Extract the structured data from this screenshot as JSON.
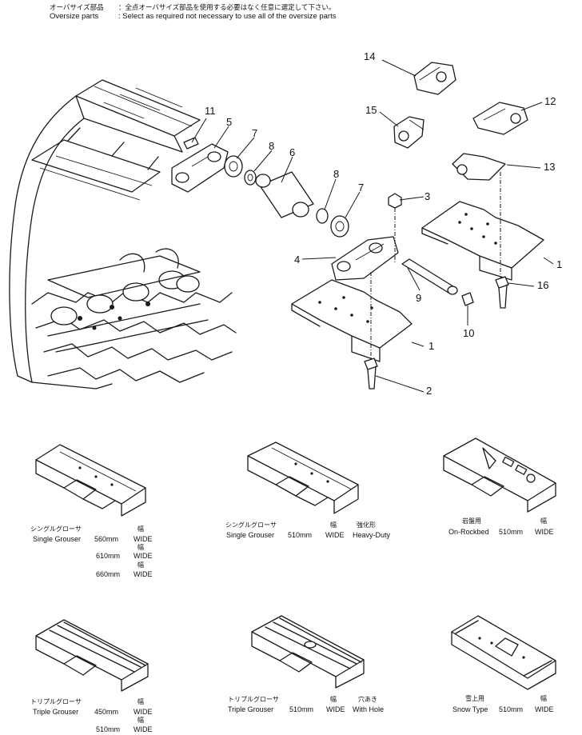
{
  "header": {
    "oversize_parts_jp": "オーバサイズ部品",
    "oversize_note_jp": "：全点オーバサイズ部品を使用する必要はなく任意に選定して下さい。",
    "oversize_parts_en": "Oversize parts",
    "oversize_note_en": ": Select as required not necessary to use all of the oversize parts"
  },
  "callouts": [
    "14",
    "12",
    "15",
    "11",
    "5",
    "7",
    "8",
    "6",
    "13",
    "8",
    "7",
    "3",
    "4",
    "1",
    "16",
    "9",
    "10",
    "1",
    "2"
  ],
  "variants": [
    {
      "jp": "シングルグローサ",
      "name": "Single Grouser",
      "sizes": [
        "560mm",
        "610mm",
        "660mm"
      ],
      "wide_jp": "幅",
      "wide": "WIDE"
    },
    {
      "jp": "シングルグローサ",
      "name": "Single Grouser",
      "size": "510mm",
      "wide_jp": "幅",
      "wide": "WIDE",
      "extra_jp": "強化形",
      "extra": "Heavy-Duty"
    },
    {
      "jp": "岩盤用",
      "name": "On-Rockbed",
      "size": "510mm",
      "wide_jp": "幅",
      "wide": "WIDE"
    },
    {
      "jp": "トリプルグローサ",
      "name": "Triple Grouser",
      "sizes": [
        "450mm",
        "510mm"
      ],
      "wide_jp": "幅",
      "wide": "WIDE"
    },
    {
      "jp": "トリプルグローサ",
      "name": "Triple Grouser",
      "size": "510mm",
      "wide_jp": "幅",
      "wide": "WIDE",
      "extra_jp": "穴あき",
      "extra": "With Hole"
    },
    {
      "jp": "雪上用",
      "name": "Snow Type",
      "size": "510mm",
      "wide_jp": "幅",
      "wide": "WIDE"
    }
  ]
}
